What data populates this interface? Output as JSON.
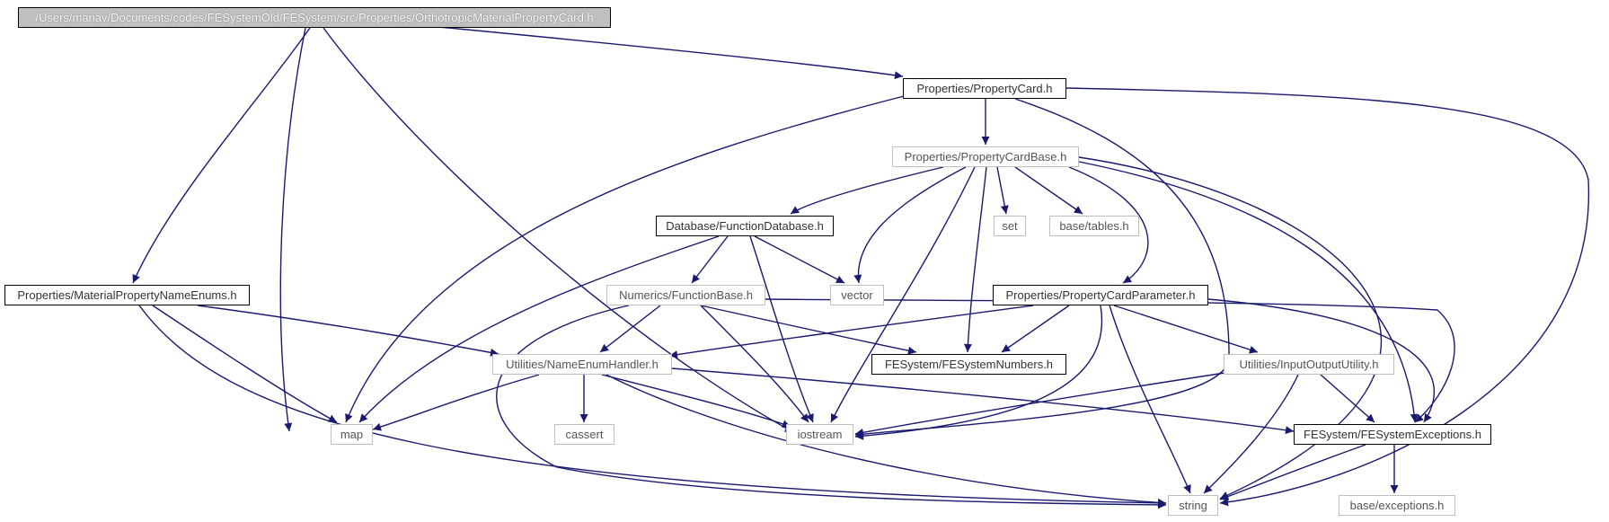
{
  "colors": {
    "edge": "#191970",
    "root_fill": "#bfbfbf",
    "node_border_dark": "#000000",
    "node_border_light": "#bfbfbf"
  },
  "nodes": {
    "root": "/Users/mariav/Documents/codes/FESystemOld/FESystem/src/Properties/OrthotropicMaterialPropertyCard.h",
    "property_card": "Properties/PropertyCard.h",
    "property_card_base": "Properties/PropertyCardBase.h",
    "function_database": "Database/FunctionDatabase.h",
    "set": "set",
    "base_tables": "base/tables.h",
    "material_enums": "Properties/MaterialPropertyNameEnums.h",
    "vector": "vector",
    "function_base": "Numerics/FunctionBase.h",
    "property_card_parameter": "Properties/PropertyCardParameter.h",
    "name_enum_handler": "Utilities/NameEnumHandler.h",
    "fesystem_numbers": "FESystem/FESystemNumbers.h",
    "io_utility": "Utilities/InputOutputUtility.h",
    "map": "map",
    "cassert": "cassert",
    "iostream": "iostream",
    "fesystem_exceptions": "FESystem/FESystemExceptions.h",
    "string": "string",
    "base_exceptions": "base/exceptions.h"
  }
}
